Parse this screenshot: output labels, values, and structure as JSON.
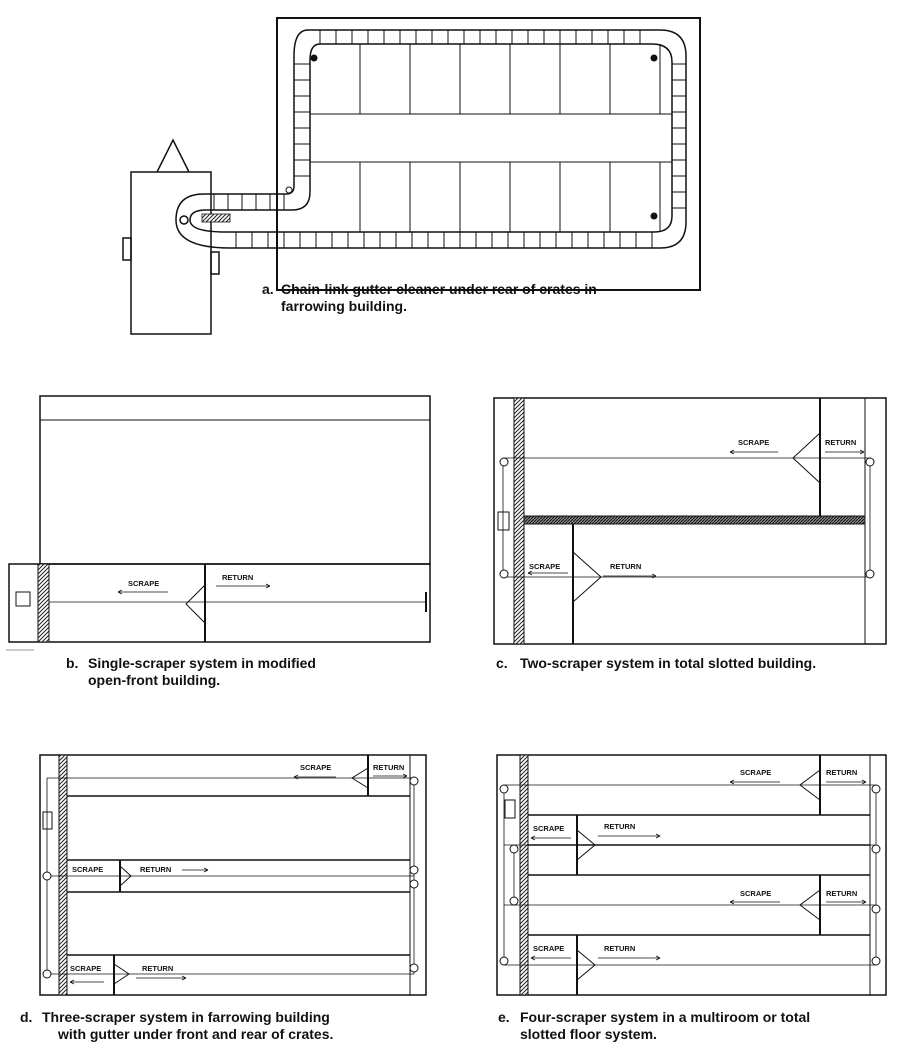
{
  "panels": {
    "a": {
      "caption_letter": "a.",
      "caption_lines": [
        "Chain-link gutter cleaner under rear of crates in",
        "farrowing building."
      ]
    },
    "b": {
      "caption_letter": "b.",
      "caption_lines": [
        "Single-scraper system in modified",
        "open-front building."
      ],
      "scrape_label": "SCRAPE",
      "return_label": "RETURN"
    },
    "c": {
      "caption_letter": "c.",
      "caption_lines": [
        "Two-scraper system in total slotted building."
      ],
      "scrape_label": "SCRAPE",
      "return_label": "RETURN"
    },
    "d": {
      "caption_letter": "d.",
      "caption_lines": [
        "Three-scraper system in farrowing building",
        "with gutter under front and rear of crates."
      ],
      "scrape_label": "SCRAPE",
      "return_label": "RETURN",
      "return_label_cut": "RETURN"
    },
    "e": {
      "caption_letter": "e.",
      "caption_lines": [
        "Four-scraper system in a multiroom or total",
        "slotted floor system."
      ],
      "scrape_label": "SCRAPE",
      "return_label": "RETURN"
    }
  }
}
